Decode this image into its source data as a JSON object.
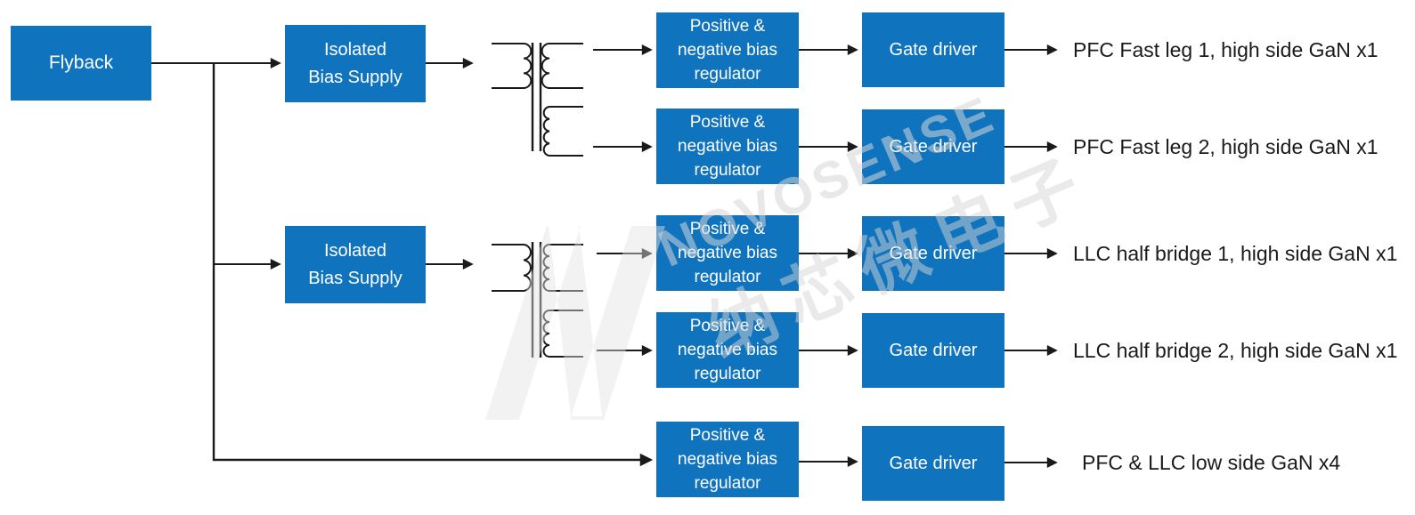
{
  "diagram": {
    "title_hint": "Bias supply and gate-drive block diagram",
    "flyback_label": "Flyback",
    "bias_supply_lines": [
      "Isolated",
      "Bias Supply"
    ],
    "regulator_lines": [
      "Positive &",
      "negative bias",
      "regulator"
    ],
    "driver_label": "Gate driver",
    "outputs": [
      "PFC Fast leg 1, high side GaN x1",
      "PFC Fast leg 2, high side GaN x1",
      "LLC half bridge 1, high side GaN x1",
      "LLC half bridge 2, high side GaN x1",
      "PFC & LLC low side GaN x4"
    ],
    "watermark": {
      "logo_letter": "N",
      "brand_en": "NOVOSENSE",
      "brand_cn": "纳芯微电子"
    },
    "colors": {
      "block_fill": "#0F73BE",
      "block_text": "#FFFFFF",
      "connector": "#1A1A1A",
      "output_text": "#1A1A1A",
      "watermark_gray": "#D5D5D5"
    }
  }
}
